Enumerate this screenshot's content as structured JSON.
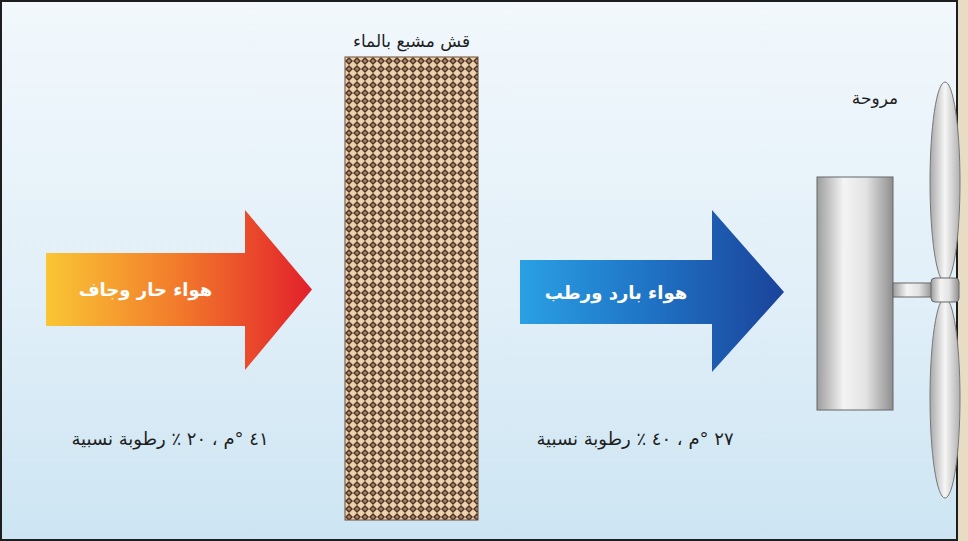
{
  "diagram": {
    "nodes": [
      {
        "text": [
          "هواء حار وجاف"
        ]
      },
      {
        "text": [
          "قش مشبع بالماء"
        ]
      },
      {
        "text": [
          "هواء بارد ورطب"
        ]
      },
      {
        "text": [
          "مروحة"
        ]
      }
    ],
    "labels": [
      "٤١ °م ، ٢٠ ٪ رطوبة نسبية",
      "٢٧ °م ، ٤٠ ٪ رطوبة نسبية"
    ]
  }
}
